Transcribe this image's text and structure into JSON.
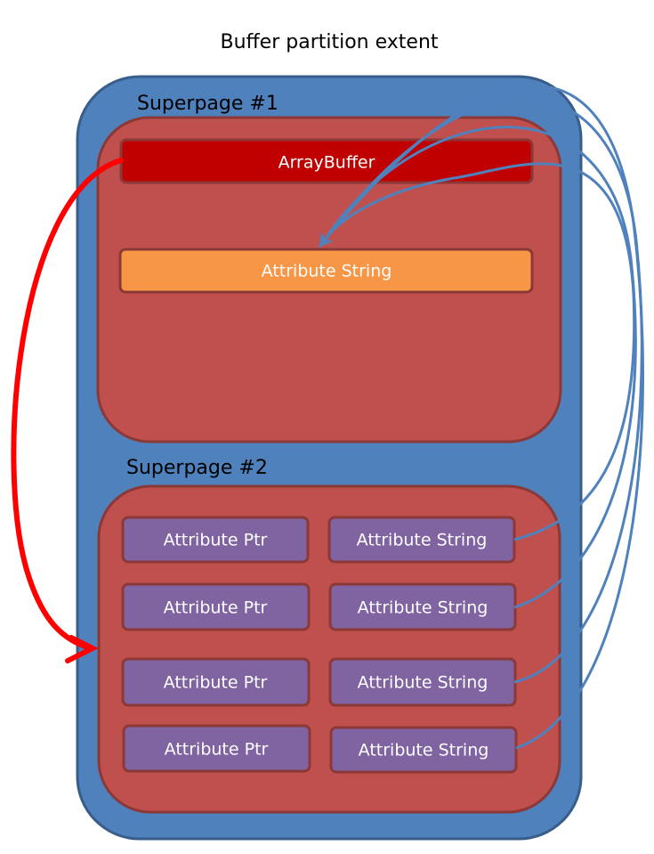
{
  "title": "Buffer partition extent",
  "superpage1": {
    "label": "Superpage #1",
    "array_buffer": "ArrayBuffer",
    "attribute_string": "Attribute String"
  },
  "superpage2": {
    "label": "Superpage #2",
    "rows": [
      {
        "ptr": "Attribute Ptr",
        "string": "Attribute String"
      },
      {
        "ptr": "Attribute Ptr",
        "string": "Attribute String"
      },
      {
        "ptr": "Attribute Ptr",
        "string": "Attribute String"
      },
      {
        "ptr": "Attribute Ptr",
        "string": "Attribute String"
      }
    ]
  },
  "colors": {
    "extent_fill": "#4f81bd",
    "extent_stroke": "#385d8a",
    "superpage_fill": "#c0504d",
    "superpage_stroke": "#8c3836",
    "array_buffer_fill": "#c00000",
    "attr_string_top_fill": "#f79646",
    "attr_box_fill": "#8064a2",
    "blue_arrow": "#4f81bd",
    "red_arrow": "#ff0000"
  }
}
